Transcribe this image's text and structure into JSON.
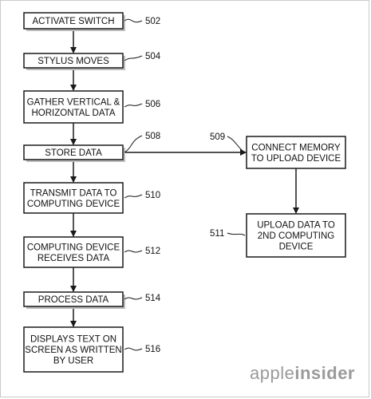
{
  "steps": [
    {
      "id": "502",
      "lines": [
        "ACTIVATE SWITCH"
      ]
    },
    {
      "id": "504",
      "lines": [
        "STYLUS MOVES"
      ]
    },
    {
      "id": "506",
      "lines": [
        "GATHER VERTICAL &",
        "HORIZONTAL DATA"
      ]
    },
    {
      "id": "508",
      "lines": [
        "STORE DATA"
      ]
    },
    {
      "id": "510",
      "lines": [
        "TRANSMIT DATA TO",
        "COMPUTING DEVICE"
      ]
    },
    {
      "id": "512",
      "lines": [
        "COMPUTING DEVICE",
        "RECEIVES DATA"
      ]
    },
    {
      "id": "514",
      "lines": [
        "PROCESS DATA"
      ]
    },
    {
      "id": "516",
      "lines": [
        "DISPLAYS TEXT ON",
        "SCREEN AS WRITTEN",
        "BY USER"
      ]
    },
    {
      "id": "509",
      "lines": [
        "CONNECT MEMORY",
        "TO UPLOAD DEVICE"
      ]
    },
    {
      "id": "511",
      "lines": [
        "UPLOAD DATA TO",
        "2ND COMPUTING",
        "DEVICE"
      ]
    }
  ],
  "connections": [
    [
      "502",
      "504"
    ],
    [
      "504",
      "506"
    ],
    [
      "506",
      "508"
    ],
    [
      "508",
      "510"
    ],
    [
      "510",
      "512"
    ],
    [
      "512",
      "514"
    ],
    [
      "514",
      "516"
    ],
    [
      "508",
      "509"
    ],
    [
      "509",
      "511"
    ]
  ],
  "watermark": {
    "light": "apple",
    "bold": "insider"
  }
}
